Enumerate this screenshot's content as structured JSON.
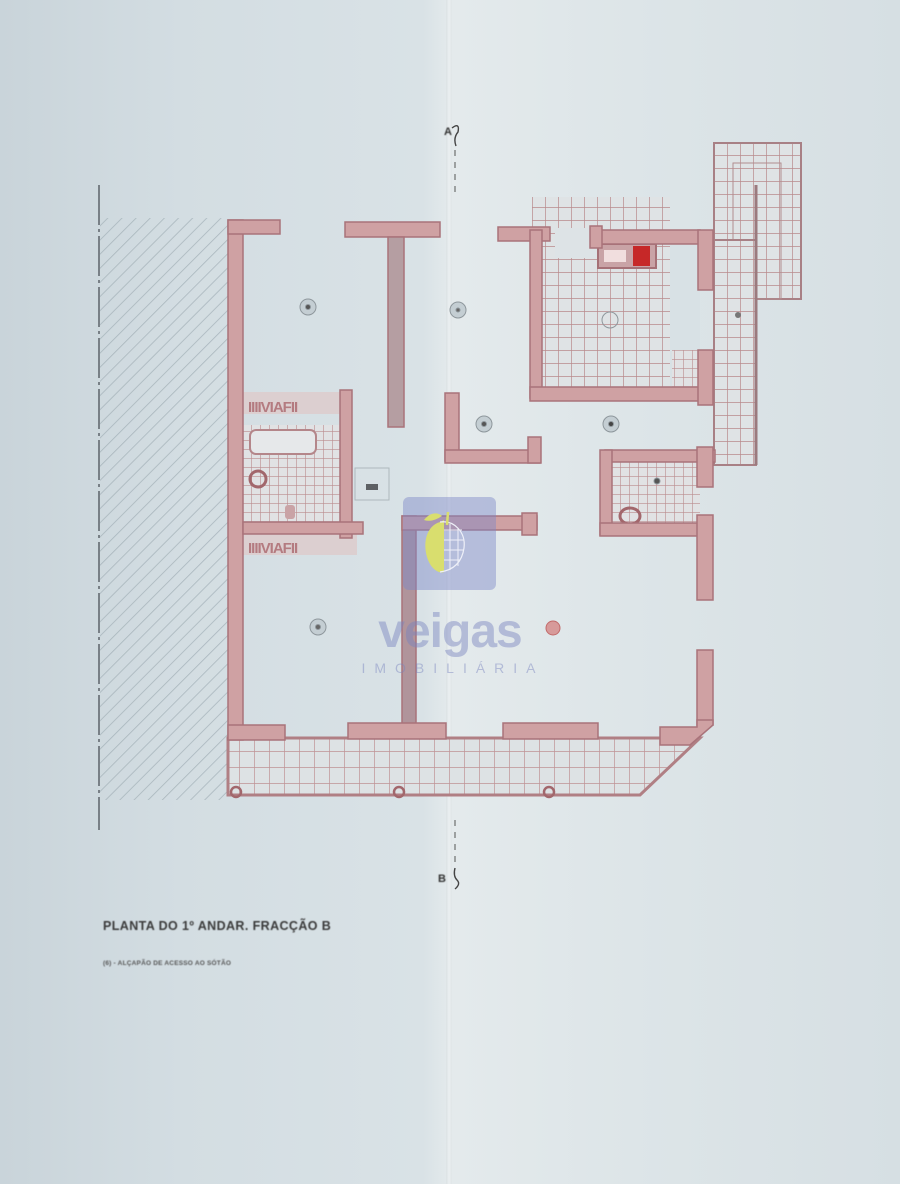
{
  "drawing": {
    "title": "PLANTA DO 1º ANDAR. FRACÇÃO B",
    "note": "(6) - ALÇAPÃO DE ACESSO AO SÓTÃO",
    "section_marks": {
      "top": "A",
      "bottom": "B"
    },
    "colors": {
      "wall": "#c99a9a",
      "wall_outline": "#a86e72",
      "tile_grid": "#b58486",
      "floor": "#d5dfe3",
      "hatch": "#9aa8b0",
      "accent_red": "#c62828"
    },
    "rooms": [
      {
        "id": "room-top-left",
        "marker": "circled-number"
      },
      {
        "id": "room-top-middle",
        "marker": "circled-number"
      },
      {
        "id": "kitchen",
        "marker": "circled-number"
      },
      {
        "id": "hall-small",
        "marker": "circled-number"
      },
      {
        "id": "hall",
        "marker": "circled-number"
      },
      {
        "id": "bathroom-right",
        "marker": "circled-number"
      },
      {
        "id": "room-bottom-left",
        "marker": "circled-number"
      },
      {
        "id": "room-bottom-right",
        "marker": "circled-number"
      },
      {
        "id": "staircase",
        "marker": "circled-number"
      }
    ]
  },
  "watermark": {
    "brand": "veigas",
    "subtitle": "IMOBILIÁRIA",
    "logo_icon": "apple-globe-icon",
    "brand_color": "#7c82be",
    "logo_fruit_color": "#d8dc6a"
  }
}
